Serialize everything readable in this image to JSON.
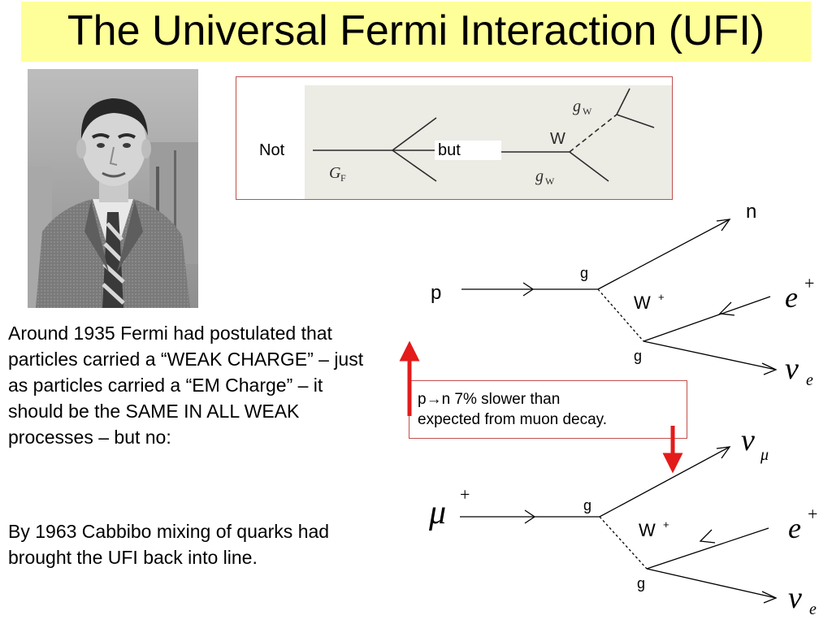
{
  "slide": {
    "title": "The Universal Fermi Interaction (UFI)",
    "paragraphs": [
      "Around 1935  Fermi had postulated that particles carried a “WEAK CHARGE” – just as particles carried a “EM Charge” – it should be the SAME IN ALL WEAK  processes – but no:",
      "By 1963 Cabbibo mixing of quarks had brought the UFI back into line."
    ],
    "note": "p→n 7% slower than\nexpected from muon decay."
  },
  "inset": {
    "not_label": "Not",
    "but_label": "but",
    "gf_label": "G",
    "gf_sub": "F",
    "gw_top_label": "g",
    "gw_top_sub": "W",
    "w_label": "W",
    "gw_bottom_label": "g",
    "gw_bottom_sub": "W"
  },
  "diagram_top": {
    "in_particle": "p",
    "out_top": "n",
    "coupling_top": "g",
    "boson": "W",
    "boson_charge": "+",
    "coupling_bottom": "g",
    "lepton_top": "e",
    "lepton_top_charge": "+",
    "lepton_bottom": "ν",
    "lepton_bottom_sub": "e"
  },
  "diagram_bottom": {
    "in_particle": "μ",
    "in_charge": "+",
    "out_top": "ν",
    "out_top_sub": "μ",
    "coupling_top": "g",
    "boson": "W",
    "boson_charge": "+",
    "coupling_bottom": "g",
    "lepton_top": "e",
    "lepton_top_charge": "+",
    "lepton_bottom": "ν",
    "lepton_bottom_sub": "e"
  },
  "colors": {
    "title_bg": "#ffff99",
    "frame_red": "#c0504d",
    "arrow_red": "#e31b1b"
  },
  "images": {
    "photo": "portrait-photo-of-enrico-fermi",
    "inset_scan": "scanned-feynman-diagram-clipping"
  }
}
